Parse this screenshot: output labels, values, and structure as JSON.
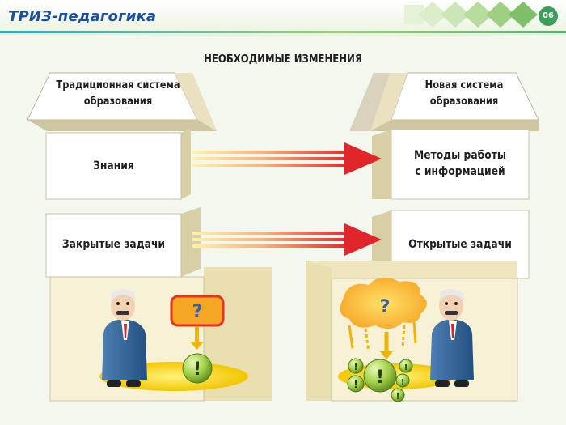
{
  "header": {
    "title": "ТРИЗ-педагогика",
    "page_number": "06"
  },
  "diagram": {
    "title": "НЕОБХОДИМЫЕ ИЗМЕНЕНИЯ",
    "left": {
      "roof": "Традиционная система\nобразования",
      "row1": "Знания",
      "row2": "Закрытые задачи"
    },
    "right": {
      "roof": "Новая система\nобразования",
      "row1": "Методы работы\nс информацией",
      "row2": "Открытые задачи"
    },
    "symbols": {
      "question": "?",
      "exclamation": "!"
    }
  }
}
